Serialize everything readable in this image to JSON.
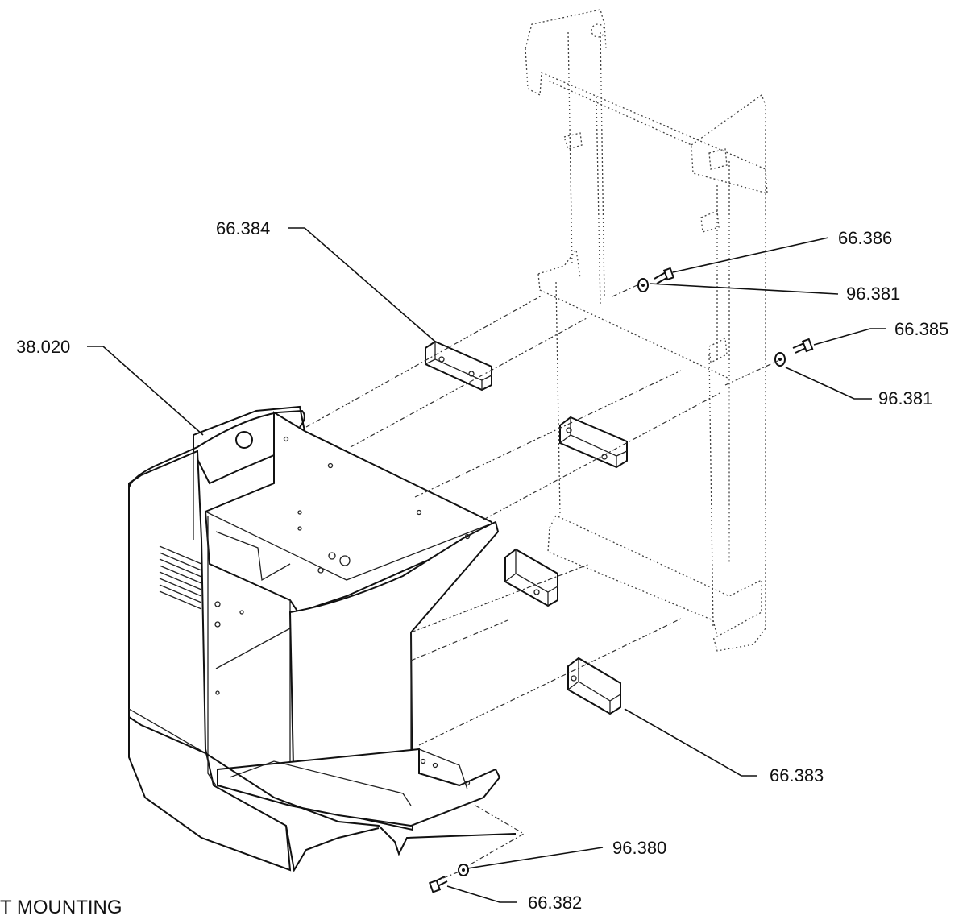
{
  "title": "T MOUNTING",
  "callouts": {
    "c38020": "38.020",
    "c66384": "66.384",
    "c66386": "66.386",
    "c96381a": "96.381",
    "c66385": "66.385",
    "c96381b": "96.381",
    "c66383": "66.383",
    "c96380": "96.380",
    "c66382": "66.382"
  }
}
